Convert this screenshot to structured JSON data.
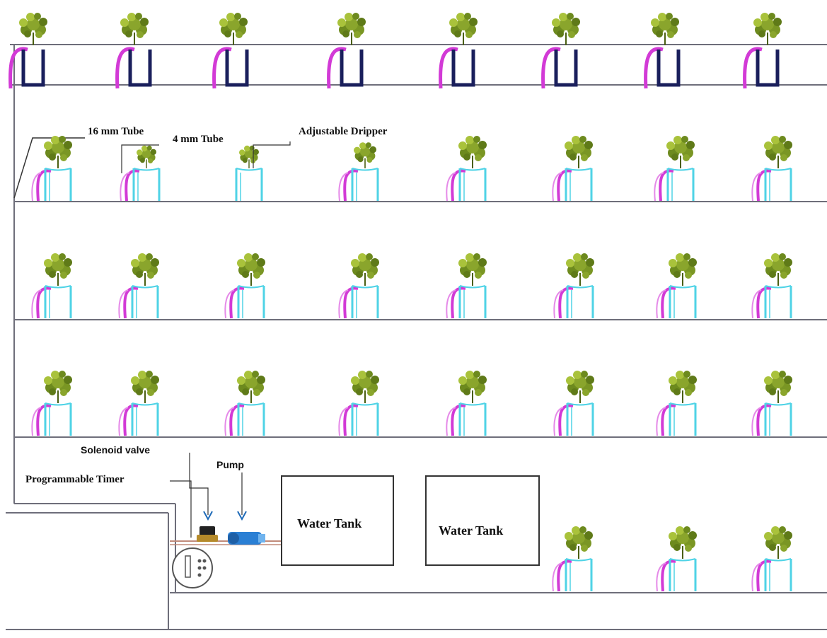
{
  "labels": {
    "tube_16mm": "16 mm Tube",
    "tube_4mm": "4 mm Tube",
    "adjustable_dripper": "Adjustable Dripper",
    "solenoid_valve": "Solenoid valve",
    "programmable_timer": "Programmable  Timer",
    "pump": "Pump",
    "water_tank_1": "Water Tank",
    "water_tank_2": "Water Tank"
  },
  "colors": {
    "shelf_line": "#6e6e7a",
    "tube_16mm": "#d23ad6",
    "pot_cyan": "#4fd3e6",
    "pot_navy": "#1a1f5c",
    "leaf_green": "#6d8a1e",
    "leaf_light": "#a9c23b",
    "pump_blue": "#2a7fd4"
  },
  "icons": {
    "plant": "lettuce-plant-icon",
    "pump": "pump-icon",
    "valve": "solenoid-valve-icon",
    "timer": "timer-dial-icon"
  }
}
